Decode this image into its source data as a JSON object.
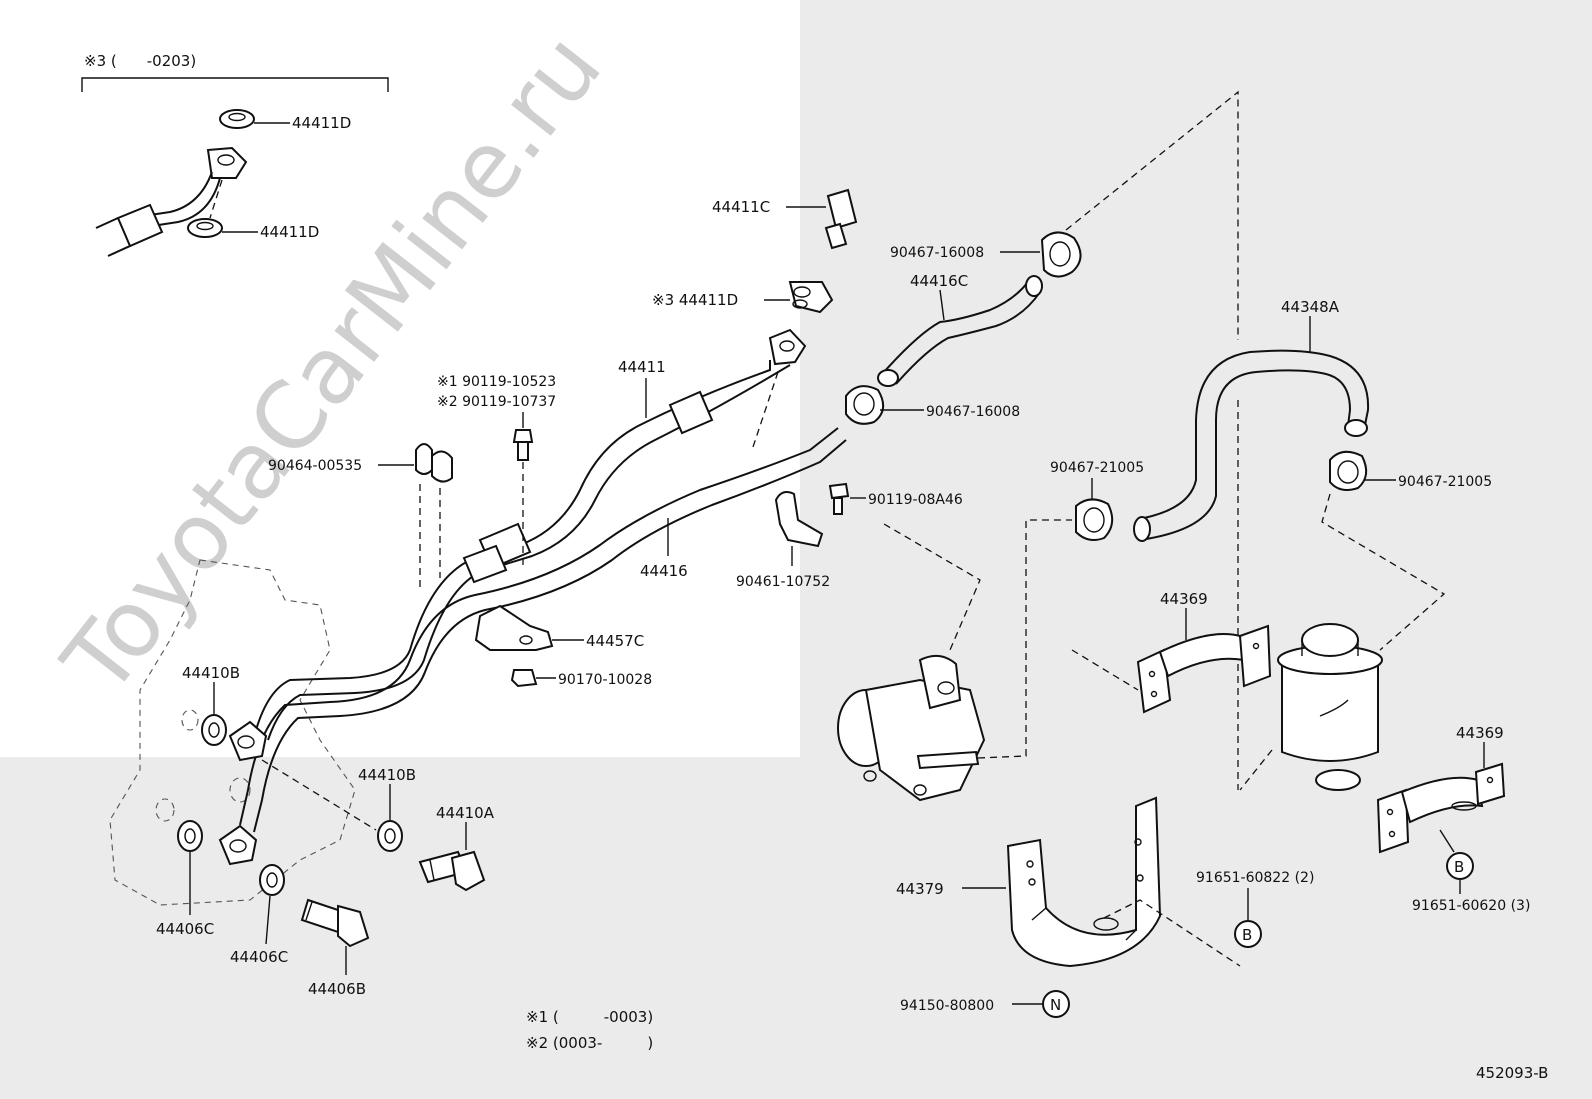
{
  "watermark": "ToyotaCarMine.ru",
  "diagram_id": "452093-B",
  "inset": {
    "title": "※3 (　　-0203)",
    "labels": [
      "44411D",
      "44411D"
    ]
  },
  "notes": {
    "note1": "※1 (　　　-0003)",
    "note2": "※2 (0003-　　　)"
  },
  "callouts": {
    "c_44411C": "44411C",
    "c_44411D_3": "※3 44411D",
    "c_44411": "44411",
    "c_90119_10523": "※1 90119-10523",
    "c_90119_10737": "※2 90119-10737",
    "c_90464_00535": "90464-00535",
    "c_44416": "44416",
    "c_44457C": "44457C",
    "c_90170_10028": "90170-10028",
    "c_44410B_1": "44410B",
    "c_44410B_2": "44410B",
    "c_44410A": "44410A",
    "c_44406C_1": "44406C",
    "c_44406C_2": "44406C",
    "c_44406B": "44406B",
    "c_90467_16008_a": "90467-16008",
    "c_44416C": "44416C",
    "c_90467_16008_b": "90467-16008",
    "c_90119_08A46": "90119-08A46",
    "c_90461_10752": "90461-10752",
    "c_90467_21005_a": "90467-21005",
    "c_44348A": "44348A",
    "c_90467_21005_b": "90467-21005",
    "c_44369_1": "44369",
    "c_44369_2": "44369",
    "c_44379": "44379",
    "c_91651_60822": "91651-60822 (2)",
    "c_91651_60620": "91651-60620 (3)",
    "c_94150_80800": "94150-80800"
  },
  "markers": {
    "b1": "B",
    "b2": "B",
    "n": "N"
  }
}
